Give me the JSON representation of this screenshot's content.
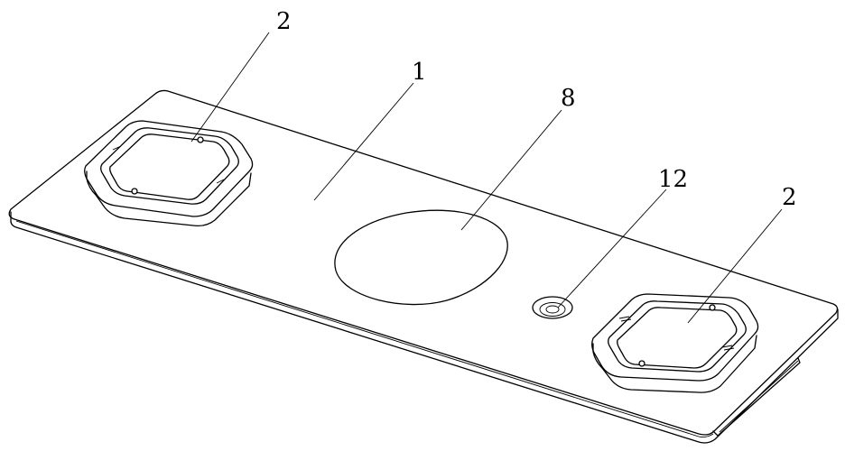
{
  "figure": {
    "labels": {
      "base_plate": "1",
      "left_module": "2",
      "right_module": "2",
      "center_pad": "8",
      "screw_hole": "12"
    }
  }
}
